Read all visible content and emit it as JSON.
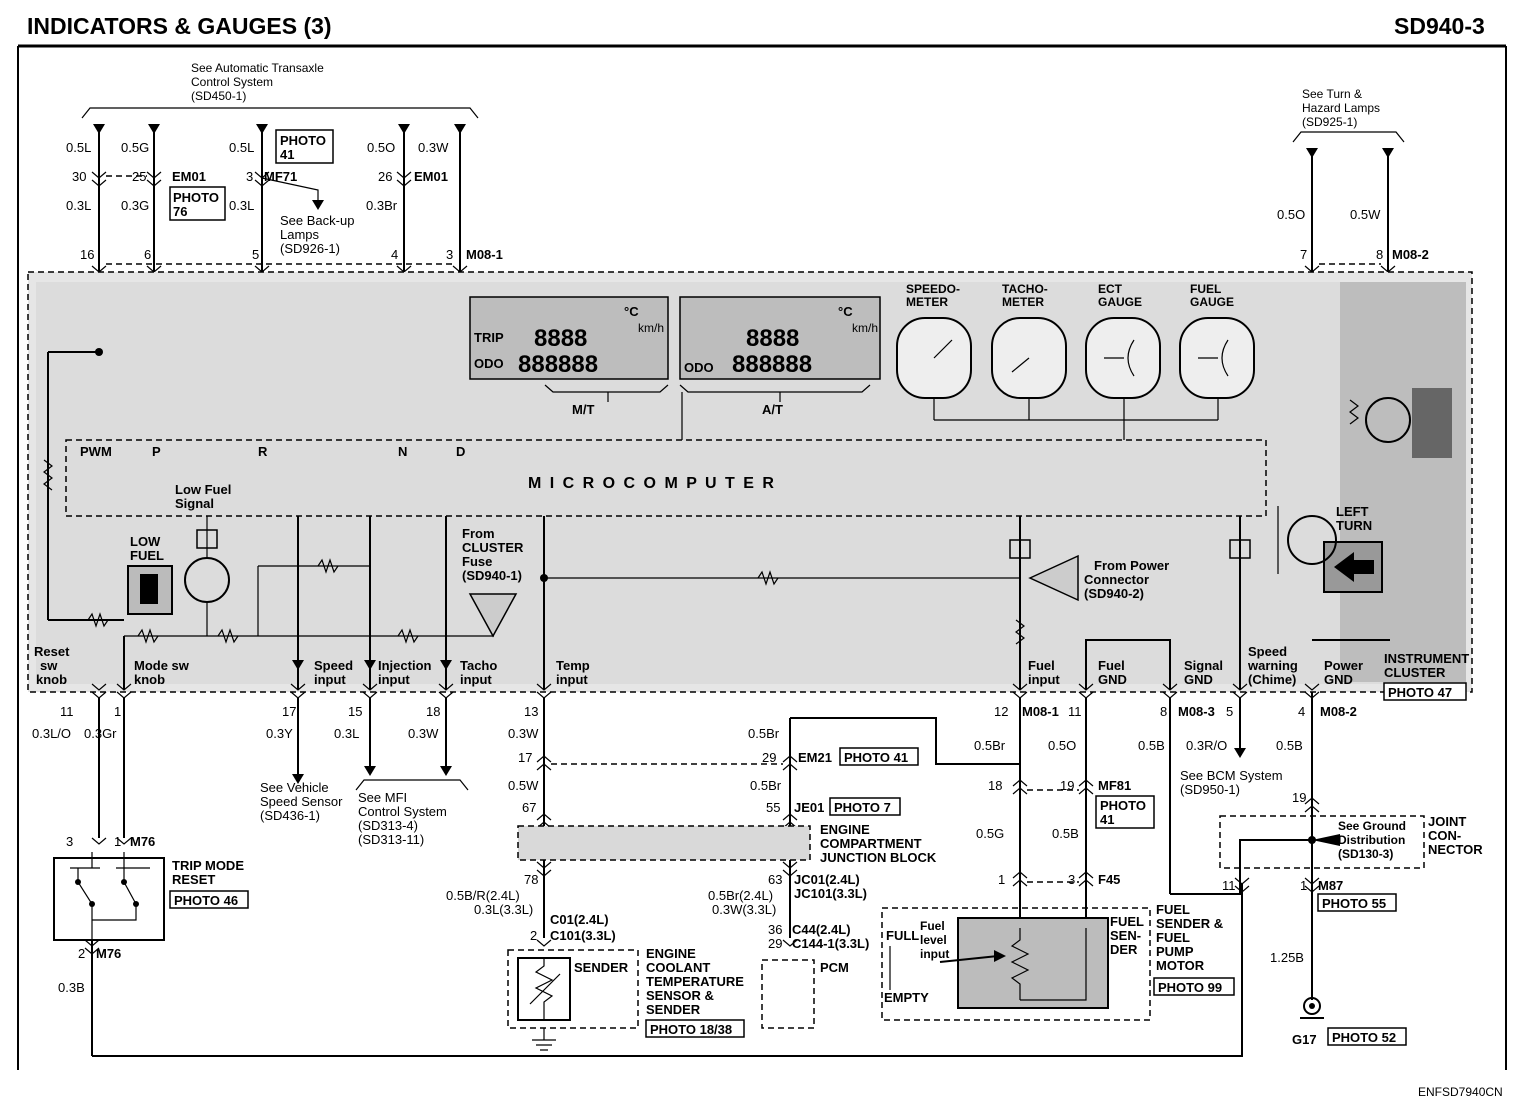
{
  "header": {
    "title": "INDICATORS & GAUGES (3)",
    "code": "SD940-3"
  },
  "footer_code": "ENFSD7940CN",
  "notes": {
    "atx": [
      "See Automatic Transaxle",
      "Control System",
      "(SD450-1)"
    ],
    "turn": [
      "See Turn &",
      "Hazard Lamps",
      "(SD925-1)"
    ],
    "backup": [
      "See Back-up",
      "Lamps",
      "(SD926-1)"
    ],
    "vss": [
      "See Vehicle",
      "Speed Sensor",
      "(SD436-1)"
    ],
    "mfi": [
      "See MFI",
      "Control System",
      "(SD313-4)",
      "(SD313-11)"
    ],
    "bcm": [
      "See BCM System",
      "(SD950-1)"
    ],
    "ground": [
      "See Ground",
      "Distribution",
      "(SD130-3)"
    ]
  },
  "top_wires": [
    {
      "w1": "0.5L",
      "pin": "30",
      "w2": "0.3L",
      "cpin": "16"
    },
    {
      "w1": "0.5G",
      "pin": "25",
      "w2": "0.3G",
      "cpin": "6"
    },
    {
      "w1": "0.5L",
      "pin": "3",
      "w2": "0.3L",
      "cpin": "5"
    },
    {
      "w1": "0.5O",
      "pin": "26",
      "w2": "0.3Br",
      "cpin": "4"
    },
    {
      "w1": "0.3W",
      "pin": "",
      "w2": "",
      "cpin": "3"
    }
  ],
  "right_top_wires": [
    {
      "w": "0.5O",
      "cpin": "7"
    },
    {
      "w": "0.5W",
      "cpin": "8"
    }
  ],
  "connectors": {
    "em01a": "EM01",
    "em01b": "EM01",
    "mf71": "MF71",
    "m081": "M08-1",
    "m082": "M08-2",
    "m083": "M08-3",
    "em21": "EM21",
    "je01": "JE01",
    "mf81": "MF81",
    "f45": "F45",
    "m76a": "M76",
    "m76b": "M76",
    "c01": "C01(2.4L)",
    "c101": "C101(3.3L)",
    "jc01": "JC01(2.4L)",
    "jc101": "JC101(3.3L)",
    "c44": "C44(2.4L)",
    "c144": "C144-1(3.3L)",
    "m87": "M87",
    "g17": "G17"
  },
  "photos": {
    "p41a": "PHOTO",
    "p41a2": "41",
    "p76": "PHOTO",
    "p76b": "76",
    "p47": "PHOTO 47",
    "p41b": "PHOTO 41",
    "p7": "PHOTO 7",
    "p41c": "PHOTO",
    "p41c2": "41",
    "p46": "PHOTO 46",
    "p1838": "PHOTO 18/38",
    "p99": "PHOTO 99",
    "p55": "PHOTO 55",
    "p52": "PHOTO 52"
  },
  "cluster": {
    "trip": "TRIP",
    "odo1": "ODO",
    "odo2": "ODO",
    "digits1": "8888",
    "digits2": "888888",
    "digits3": "8888",
    "digits4": "888888",
    "unit": "°C",
    "kmh": "km/h",
    "mt": "M/T",
    "at": "A/T",
    "speedo": [
      "SPEEDO-",
      "METER"
    ],
    "tacho": [
      "TACHO-",
      "METER"
    ],
    "ect": [
      "ECT",
      "GAUGE"
    ],
    "fuel": [
      "FUEL",
      "GAUGE"
    ],
    "micro": "M I C R O   C O M P U T E R",
    "pwm": "PWM",
    "p": "P",
    "r": "R",
    "n": "N",
    "d": "D",
    "lowfuel": [
      "LOW",
      "FUEL"
    ],
    "lowfuelsig": [
      "Low Fuel",
      "Signal"
    ],
    "fromcluster": [
      "From",
      "CLUSTER",
      "Fuse",
      "(SD940-1)"
    ],
    "frompower": [
      "From Power",
      "Connector",
      "(SD940-2)"
    ],
    "leftturn": [
      "LEFT",
      "TURN"
    ],
    "label": [
      "INSTRUMENT",
      "CLUSTER"
    ]
  },
  "bottom_labels": [
    [
      "Reset",
      "sw",
      "knob"
    ],
    [
      "Mode sw",
      "knob"
    ],
    [
      "Speed",
      "input"
    ],
    [
      "Injection",
      "input"
    ],
    [
      "Tacho",
      "input"
    ],
    [
      "Temp",
      "input"
    ],
    [
      "Fuel",
      "input"
    ],
    [
      "Fuel",
      "GND"
    ],
    [
      "Signal",
      "GND"
    ],
    [
      "Speed",
      "warning",
      "(Chime)"
    ],
    [
      "Power",
      "GND"
    ]
  ],
  "bottom_pins": {
    "p11a": "11",
    "p1a": "1",
    "p17": "17",
    "p15": "15",
    "p18": "18",
    "p13": "13",
    "p12": "12",
    "p11b": "11",
    "p8": "8",
    "p5": "5",
    "p4": "4"
  },
  "bottom_wires": {
    "w1": "0.3L/O",
    "w2": "0.3Gr",
    "w3": "0.3Y",
    "w4": "0.3L",
    "w5": "0.3W",
    "w6": "0.3W",
    "w7": "0.5W",
    "w8": "0.5Br",
    "w9": "0.5Br",
    "w10": "0.5Br",
    "w11": "0.5O",
    "w12": "0.5B",
    "w13": "0.3R/O",
    "w14": "0.5B",
    "w15": "0.5G",
    "w16": "0.5B",
    "w17": "0.3B",
    "w18": "1.25B",
    "w19": "0.5B/R(2.4L)",
    "w20": "0.3L(3.3L)",
    "w21": "0.5Br(2.4L)",
    "w22": "0.3W(3.3L)"
  },
  "pins_misc": {
    "p17b": "17",
    "p29": "29",
    "p67": "67",
    "p55": "55",
    "p78": "78",
    "p63": "63",
    "p2": "2",
    "p36": "36",
    "p29b": "29",
    "p18b": "18",
    "p19": "19",
    "p1": "1",
    "p3": "3",
    "p19b": "19",
    "p11c": "11",
    "p1b": "1",
    "p3b": "3",
    "p1c": "1",
    "p2b": "2"
  },
  "components": {
    "ecjb": [
      "ENGINE",
      "COMPARTMENT",
      "JUNCTION BLOCK"
    ],
    "trip": [
      "TRIP MODE",
      "RESET"
    ],
    "sender": "SENDER",
    "ect": [
      "ENGINE",
      "COOLANT",
      "TEMPERATURE",
      "SENSOR &",
      "SENDER"
    ],
    "pcm": "PCM",
    "fuelsender": [
      "FUEL",
      "SENDER &",
      "FUEL",
      "PUMP",
      "MOTOR"
    ],
    "fuelsdr": [
      "FUEL",
      "SEN-",
      "DER"
    ],
    "full": "FULL",
    "empty": "EMPTY",
    "fuellevel": [
      "Fuel",
      "level",
      "input"
    ],
    "jc": [
      "JOINT",
      "CON-",
      "NECTOR"
    ]
  }
}
